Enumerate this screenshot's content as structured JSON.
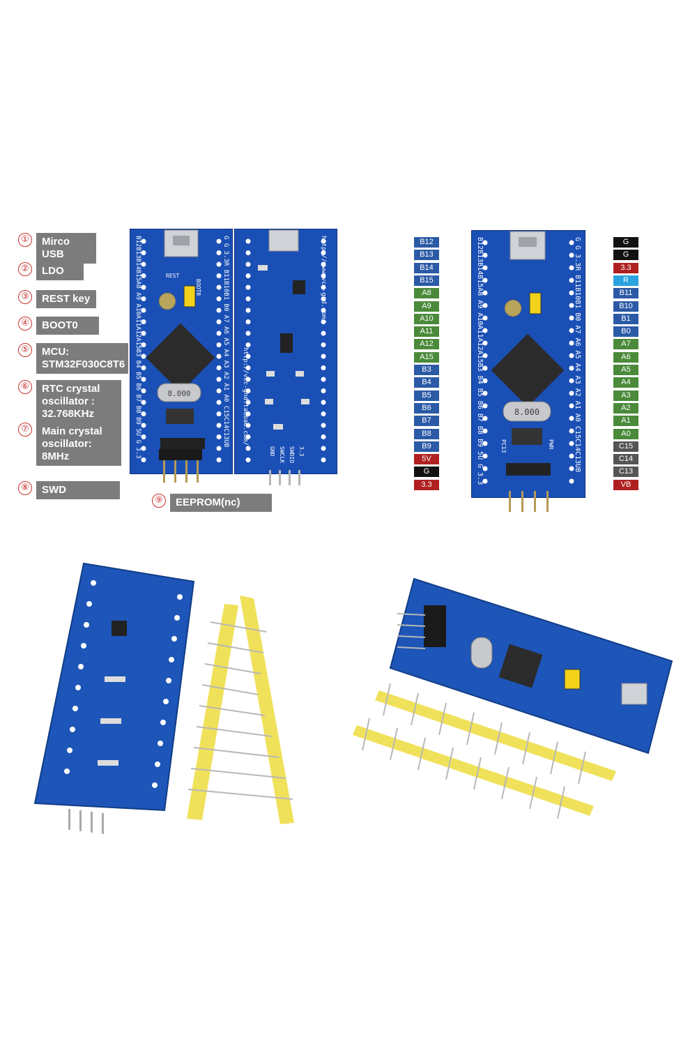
{
  "callouts": [
    {
      "num": "①",
      "label": "Mirco USB"
    },
    {
      "num": "②",
      "label": "LDO"
    },
    {
      "num": "③",
      "label": "REST key"
    },
    {
      "num": "④",
      "label": "BOOT0"
    },
    {
      "num": "⑤",
      "label": "MCU:\nSTM32F030C8T6"
    },
    {
      "num": "⑥",
      "label": "RTC crystal\noscillator :\n32.768KHz"
    },
    {
      "num": "⑦",
      "label": "Main crystal\noscillator:\n8MHz"
    },
    {
      "num": "⑧",
      "label": "SWD"
    },
    {
      "num": "⑨",
      "label": "EEPROM(nc)"
    }
  ],
  "left_pins": [
    "B12",
    "B13",
    "B14",
    "B15",
    "A8",
    "A9",
    "A10",
    "A11",
    "A12",
    "A15",
    "B3",
    "B4",
    "B5",
    "B6",
    "B7",
    "B8",
    "B9",
    "5V",
    "G",
    "3.3"
  ],
  "right_pins": [
    "G",
    "G",
    "3.3",
    "R",
    "B11",
    "B10",
    "B1",
    "B0",
    "A7",
    "A6",
    "A5",
    "A4",
    "A3",
    "A2",
    "A1",
    "A0",
    "C15",
    "C14",
    "C13",
    "VB"
  ],
  "pin_colors": {
    "B": "#2b5aa6",
    "A": "#4a8a3a",
    "5V": "#b02020",
    "G": "#111111",
    "3.3": "#b02020",
    "R": "#2aa3e0",
    "C": "#555555",
    "VB": "#b02020"
  },
  "board": {
    "left_edge": "B12B13B14B15A8 A9 A10A11A12A15B3 B4 B5 B6 B7 B8 B9 5U G 3.3",
    "right_edge": "G G 3.3R B11B10B1 B0 A7 A6 A5 A4 A3 A2 A1 A0 C15C14C13UB",
    "url1": "http://www.vcc-gnd.com/",
    "url2": "http://vcc-gnd.taobao.com/",
    "swd_pins": [
      "GND",
      "SWCLK",
      "SWDIO",
      "3.3"
    ],
    "crystal": "8.000",
    "rest": "REST",
    "boot": "BOOT0",
    "pc13": "PC13",
    "pwr": "PWR"
  }
}
